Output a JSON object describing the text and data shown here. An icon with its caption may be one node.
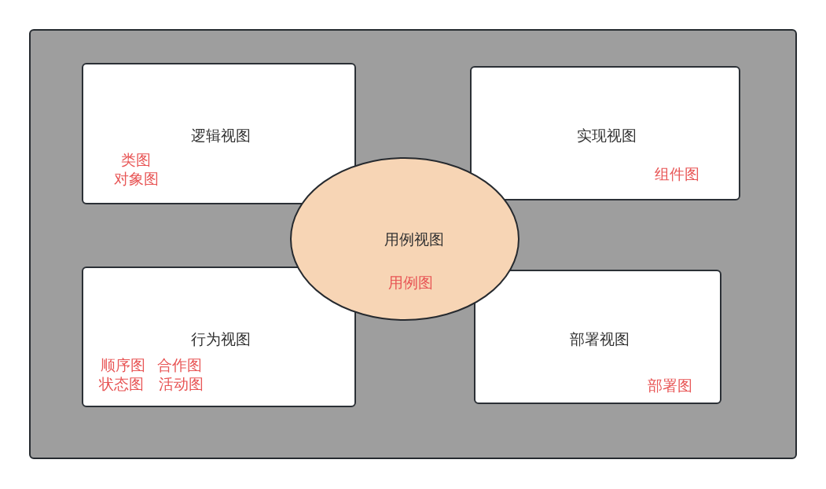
{
  "diagram": {
    "nodes": [
      {
        "text": [],
        "shape": "box"
      },
      {
        "text": [
          "逻辑视图",
          "类图",
          "对象图"
        ],
        "in": 0
      },
      {
        "text": [
          "实现视图",
          "组件图"
        ],
        "in": 0
      },
      {
        "text": [
          "用例视图",
          "用例图"
        ],
        "in": 0
      },
      {
        "text": [
          "行为视图",
          "顺序图",
          "合作图",
          "状态图",
          "活动图"
        ],
        "in": 0
      },
      {
        "text": [
          "部署视图",
          "部署图"
        ],
        "in": 0
      }
    ]
  }
}
